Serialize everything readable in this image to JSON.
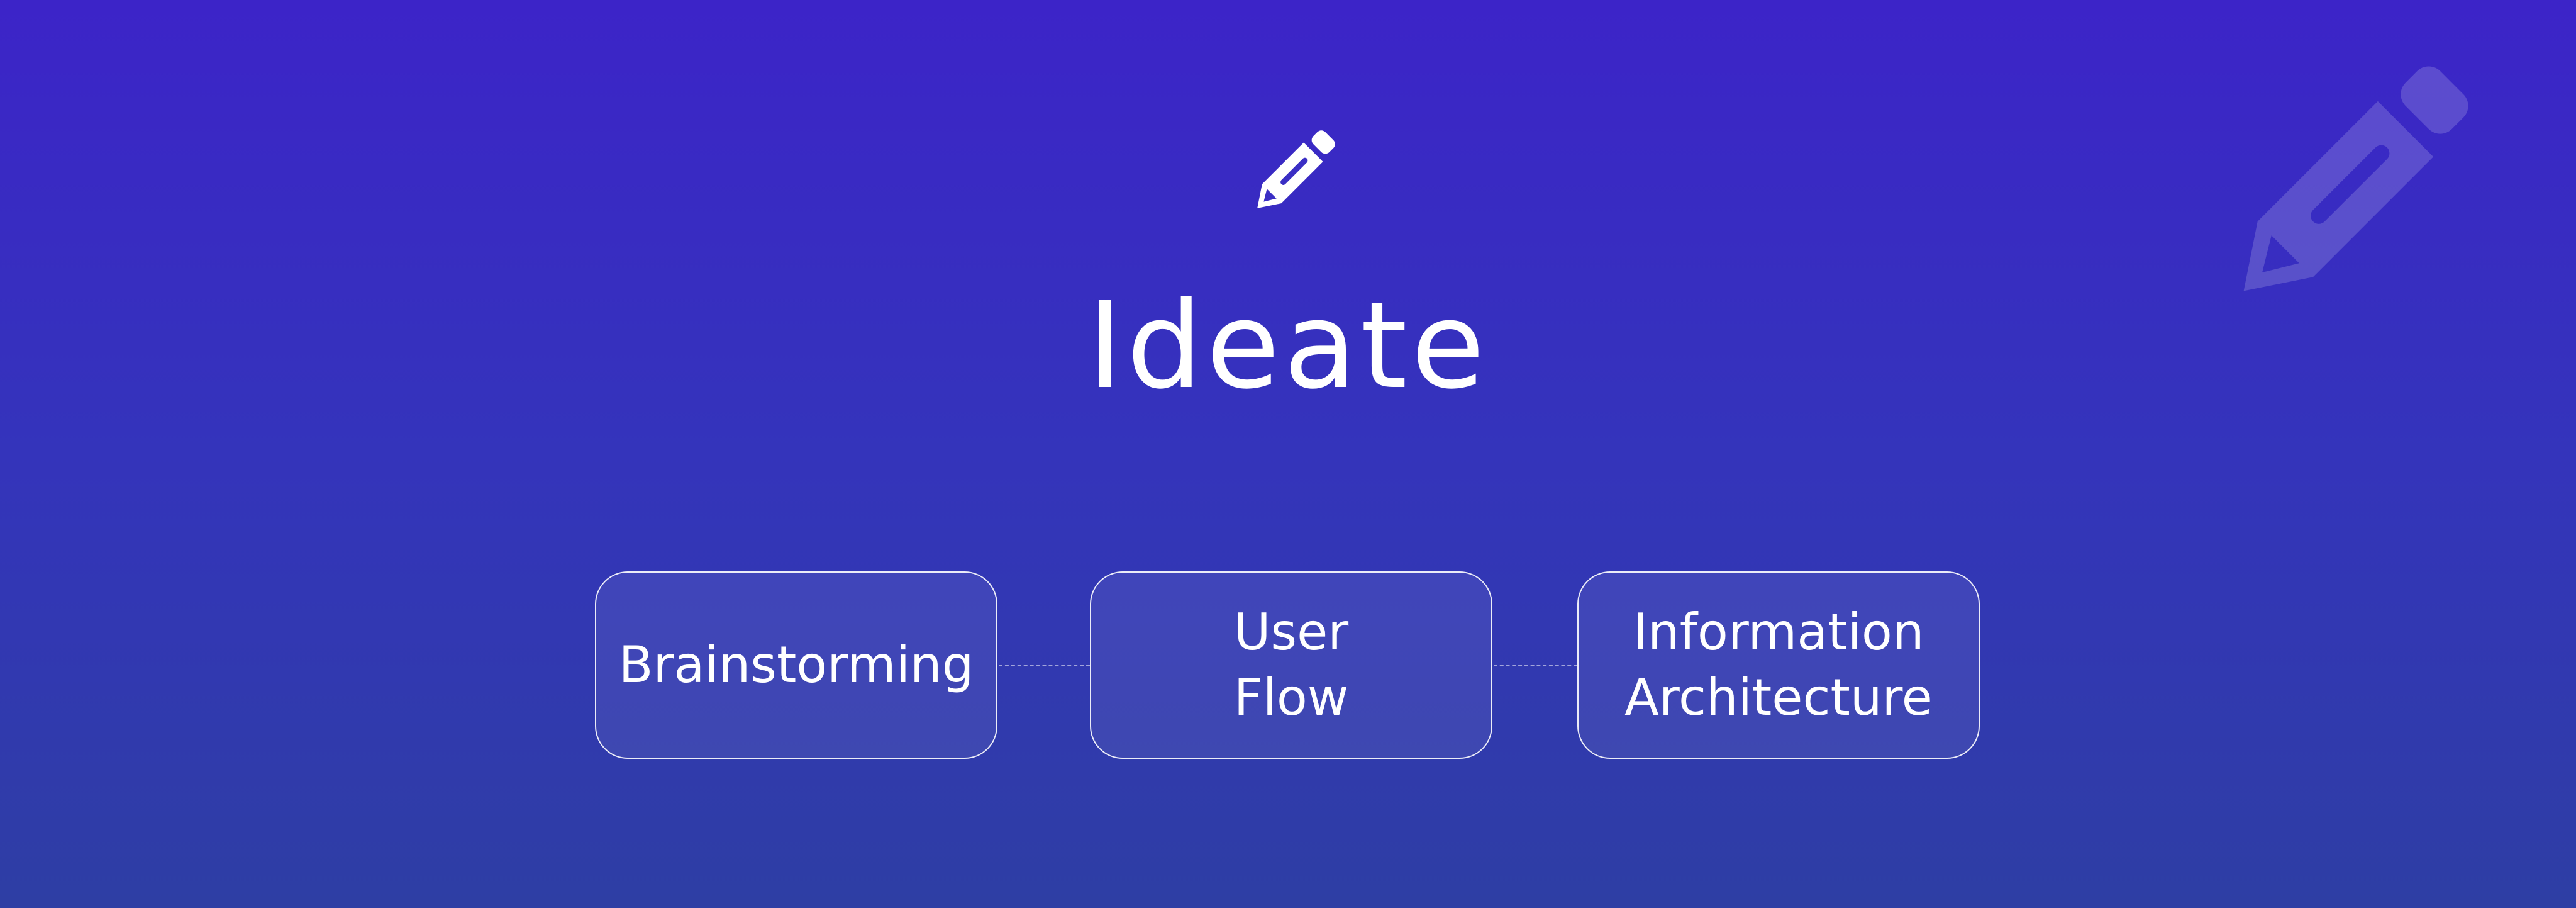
{
  "title": "Ideate",
  "icons": {
    "header": "pencil-icon",
    "background": "pencil-icon"
  },
  "colors": {
    "background_top": "#3c24c8",
    "background_bottom": "#2e3ea4",
    "text": "#ffffff",
    "node_border": "#ffffff"
  },
  "flow": {
    "steps": [
      {
        "label": "Brainstorming"
      },
      {
        "label": "User\nFlow"
      },
      {
        "label": "Information\nArchitecture"
      }
    ],
    "connector_style": "dashed"
  }
}
